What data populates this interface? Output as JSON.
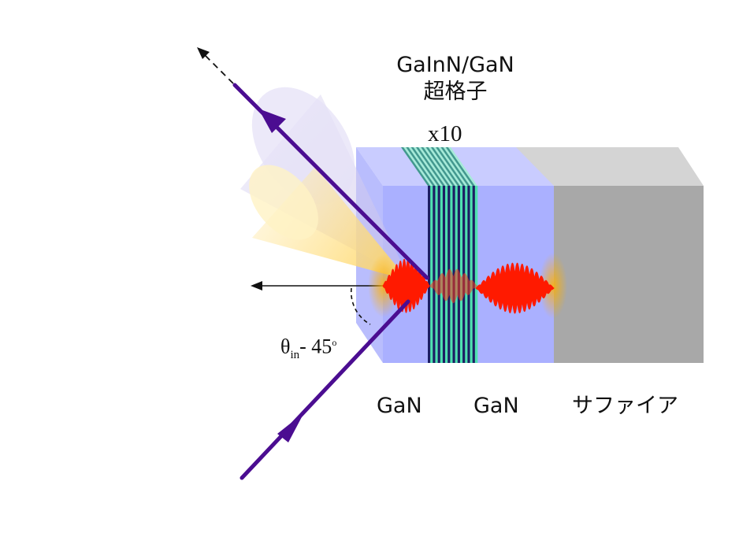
{
  "structure": {
    "title_line1": "GaInN/GaN",
    "title_line2": "超格子",
    "repeat": "x10",
    "layer_left": "GaN",
    "layer_middle": "GaN",
    "layer_right": "サファイア"
  },
  "angle": {
    "symbol": "θ",
    "subscript": "in",
    "text": "- 45",
    "degree": "o"
  },
  "colors": {
    "beam": "#4b0d91",
    "gan": "#aab0ff",
    "superlattice_dark": "#1c1e63",
    "superlattice_light": "#4fe0b0",
    "sapphire": "#a8a8a8",
    "wave": "#ff1a00",
    "glow": "#ffb000"
  },
  "icons": [
    "incident-arrow-icon",
    "reflected-arrow-icon",
    "surface-normal-arrow-icon"
  ]
}
